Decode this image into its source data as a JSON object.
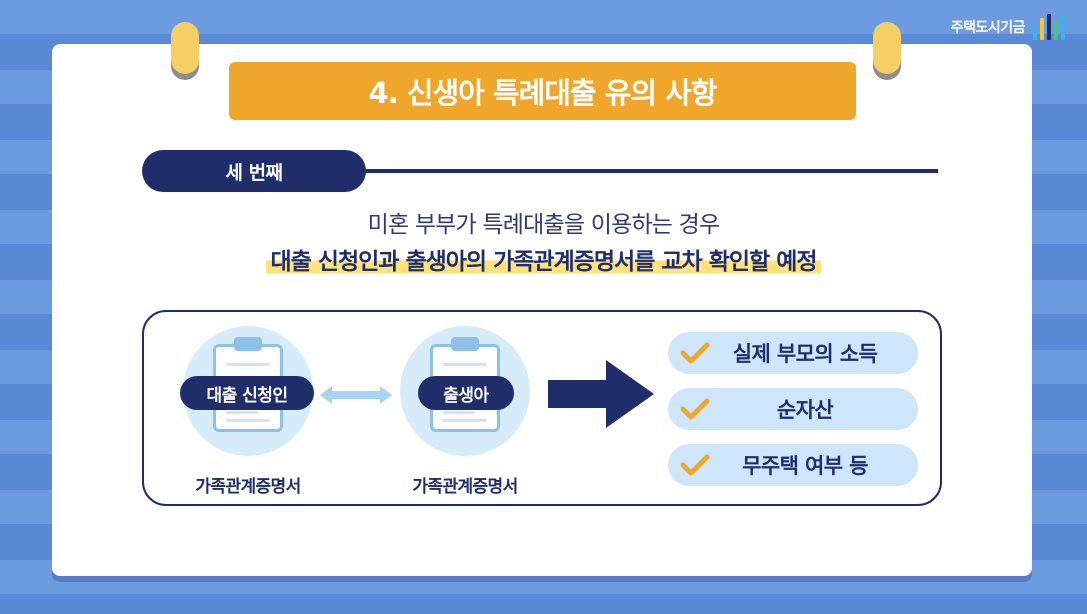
{
  "brand": {
    "logo_text": "주택도시기금",
    "colors": [
      "#37b5e8",
      "#f6c52c",
      "#1f2d6b",
      "#4cc08d",
      "#37b5e8"
    ]
  },
  "slide": {
    "title": "4. 신생아 특례대출 유의 사항",
    "section_label": "세 번째",
    "lead_text": "미혼 부부가 특례대출을 이용하는 경우",
    "highlight_text": "대출 신청인과 출생아의 가족관계증명서를 교차 확인할 예정"
  },
  "diagram": {
    "documents": [
      {
        "tag": "대출 신청인",
        "caption": "가족관계증명서",
        "icon": "clipboard-icon"
      },
      {
        "tag": "출생아",
        "caption": "가족관계증명서",
        "icon": "clipboard-icon"
      }
    ],
    "check_items": [
      "실제 부모의 소득",
      "순자산",
      "무주택 여부 등"
    ],
    "colors": {
      "navy": "#1f2d6b",
      "orange": "#f0a62a",
      "light_blue": "#cde6fb"
    }
  }
}
